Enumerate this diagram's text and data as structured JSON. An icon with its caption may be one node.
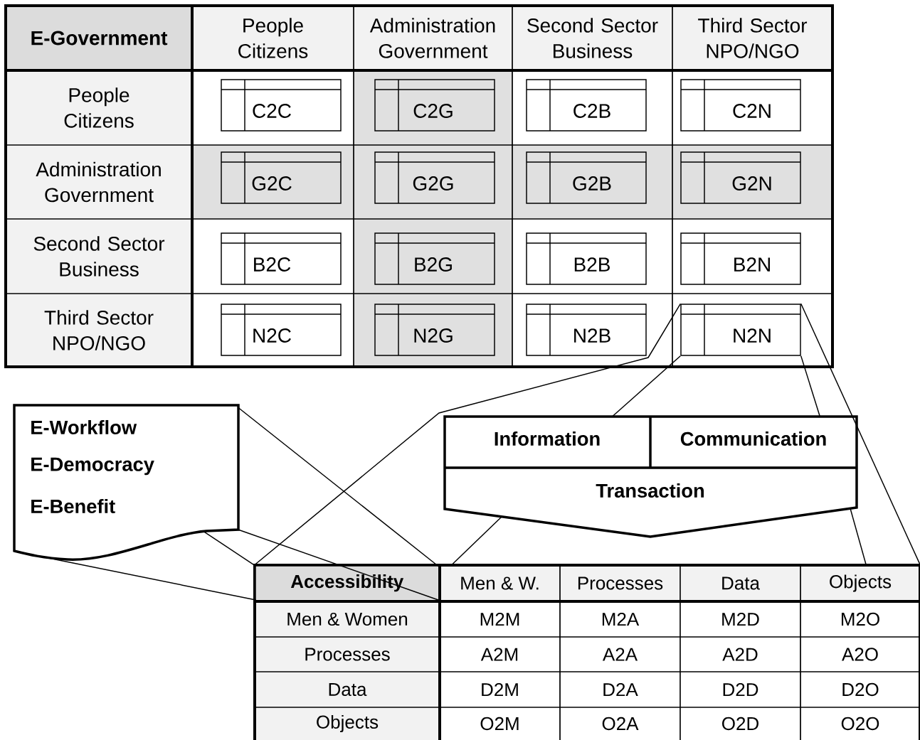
{
  "diagram": {
    "nodes": [
      {
        "text": [
          "C2C"
        ]
      },
      {
        "text": [
          "C2G"
        ]
      },
      {
        "text": [
          "C2B"
        ]
      },
      {
        "text": [
          "C2N"
        ]
      },
      {
        "text": [
          "G2C"
        ]
      },
      {
        "text": [
          "G2G"
        ]
      },
      {
        "text": [
          "G2B"
        ]
      },
      {
        "text": [
          "G2N"
        ]
      },
      {
        "text": [
          "B2C"
        ]
      },
      {
        "text": [
          "B2G"
        ]
      },
      {
        "text": [
          "B2B"
        ]
      },
      {
        "text": [
          "B2N"
        ]
      },
      {
        "text": [
          "N2C"
        ]
      },
      {
        "text": [
          "N2G"
        ]
      },
      {
        "text": [
          "N2B"
        ]
      },
      {
        "text": [
          "N2N"
        ]
      },
      {
        "text": [
          "Information",
          "Communication",
          "Transaction"
        ]
      },
      {
        "text": [
          "E-Workflow",
          "E-Democracy",
          "E-Benefit"
        ]
      },
      {
        "text": [],
        "shape": "box"
      },
      {
        "text": [
          "Accessibility"
        ],
        "in": 18
      }
    ],
    "edges": [
      {
        "from": 15,
        "to": 16,
        "arrow": "none"
      },
      {
        "from": 15,
        "to": 16,
        "arrow": "none"
      },
      {
        "from": 15,
        "to": 18,
        "arrow": "none"
      },
      {
        "from": 15,
        "to": 18,
        "arrow": "none"
      },
      {
        "from": 16,
        "to": 18,
        "arrow": "none"
      },
      {
        "from": 16,
        "to": 18,
        "arrow": "none"
      },
      {
        "from": 17,
        "to": 19,
        "arrow": "none"
      },
      {
        "from": 17,
        "to": 19,
        "arrow": "none"
      },
      {
        "from": 17,
        "to": 19,
        "arrow": "none"
      },
      {
        "from": 17,
        "to": 19,
        "arrow": "none"
      }
    ],
    "labels": [
      "E-Government",
      "People Citizens",
      "Administration Government",
      "Second Sector Business",
      "Third Sector NPO/NGO",
      "People Citizens",
      "Administration Government",
      "Second Sector Business",
      "Third Sector NPO/NGO",
      "Men & W.",
      "Processes",
      "Data",
      "Objects",
      "Men & Women",
      "M2M",
      "M2A",
      "M2D",
      "M2O",
      "Processes",
      "A2M",
      "A2A",
      "A2D",
      "A2O",
      "Data",
      "D2M",
      "D2A",
      "D2D",
      "D2O",
      "Objects",
      "O2M",
      "O2A",
      "O2D",
      "O2O"
    ]
  }
}
